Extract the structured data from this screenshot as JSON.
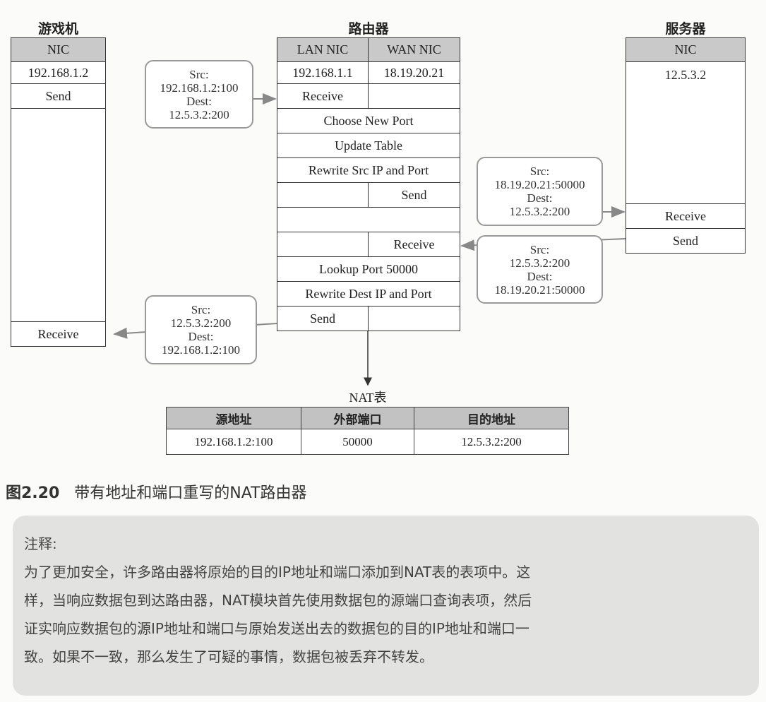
{
  "game": {
    "title": "游戏机",
    "nic": "NIC",
    "ip": "192.168.1.2",
    "send": "Send",
    "receive": "Receive"
  },
  "router": {
    "title": "路由器",
    "lan_nic": "LAN NIC",
    "wan_nic": "WAN NIC",
    "lan_ip": "192.168.1.1",
    "wan_ip": "18.19.20.21",
    "steps": [
      "Receive",
      "Choose New Port",
      "Update Table",
      "Rewrite Src IP and Port",
      "Send",
      "Receive",
      "Lookup Port 50000",
      "Rewrite Dest IP and Port",
      "Send"
    ]
  },
  "server": {
    "title": "服务器",
    "nic": "NIC",
    "ip": "12.5.3.2",
    "receive": "Receive",
    "send": "Send"
  },
  "packets": [
    {
      "src_label": "Src:",
      "src": "192.168.1.2:100",
      "dest_label": "Dest:",
      "dest": "12.5.3.2:200"
    },
    {
      "src_label": "Src:",
      "src": "18.19.20.21:50000",
      "dest_label": "Dest:",
      "dest": "12.5.3.2:200"
    },
    {
      "src_label": "Src:",
      "src": "12.5.3.2:200",
      "dest_label": "Dest:",
      "dest": "18.19.20.21:50000"
    },
    {
      "src_label": "Src:",
      "src": "12.5.3.2:200",
      "dest_label": "Dest:",
      "dest": "192.168.1.2:100"
    }
  ],
  "nat_table": {
    "title": "NAT表",
    "headers": [
      "源地址",
      "外部端口",
      "目的地址"
    ],
    "row": [
      "192.168.1.2:100",
      "50000",
      "12.5.3.2:200"
    ]
  },
  "caption": {
    "number": "图2.20",
    "text": "带有地址和端口重写的NAT路由器"
  },
  "note": {
    "label": "注释:",
    "lines": [
      "为了更加安全，许多路由器将原始的目的IP地址和端口添加到NAT表的表项中。这",
      "样，当响应数据包到达路由器，NAT模块首先使用数据包的源端口查询表项，然后",
      "证实响应数据包的源IP地址和端口与原始发送出去的数据包的目的IP地址和端口一",
      "致。如果不一致，那么发生了可疑的事情，数据包被丢弃不转发。"
    ]
  }
}
